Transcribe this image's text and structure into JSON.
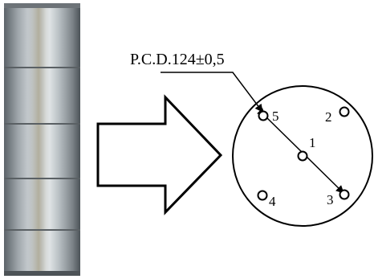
{
  "figure": {
    "dimension_label": "P.C.D.124±0,5",
    "holes": [
      {
        "label": "1"
      },
      {
        "label": "2"
      },
      {
        "label": "3"
      },
      {
        "label": "4"
      },
      {
        "label": "5"
      }
    ]
  }
}
